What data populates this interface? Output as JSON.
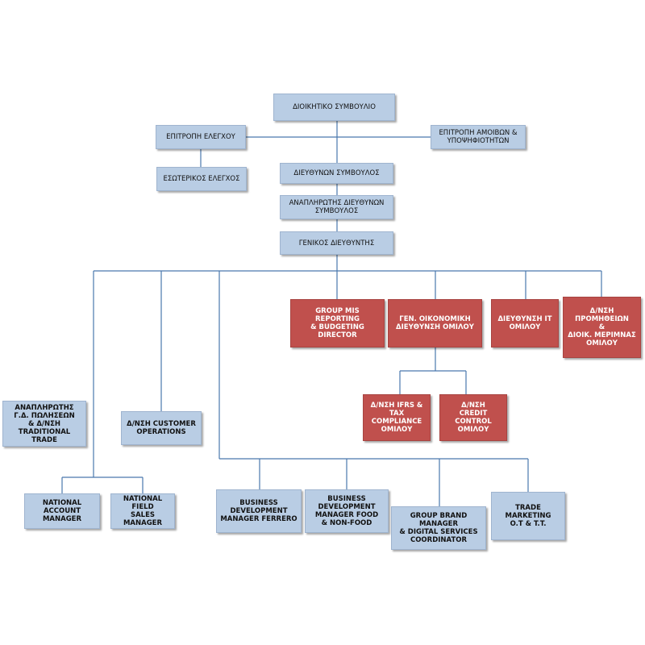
{
  "nodes": {
    "board": "ΔΙΟΙΚΗΤΙΚΟ ΣΥΜΒΟΥΛΙΟ",
    "audit_committee": "ΕΠΙΤΡΟΠΗ ΕΛΕΓΧΟΥ",
    "remuneration_committee": "ΕΠΙΤΡΟΠΗ ΑΜΟΙΒΩΝ &\nΥΠΟΨΗΦΙΟΤΗΤΩΝ",
    "internal_audit": "ΕΣΩΤΕΡΙΚΟΣ ΕΛΕΓΧΟΣ",
    "ceo": "ΔΙΕΥΘΥΝΩΝ ΣΥΜΒΟΥΛΟΣ",
    "deputy_ceo": "ΑΝΑΠΛΗΡΩΤΗΣ ΔΙΕΥΘΥΝΩΝ\nΣΥΜΒΟΥΛΟΣ",
    "general_manager": "ΓΕΝΙΚΟΣ ΔΙΕΥΘΥΝΤΗΣ",
    "group_mis": "GROUP MIS REPORTING\n& BUDGETING DIRECTOR",
    "finance": "ΓΕΝ. ΟΙΚΟΝΟΜΙΚΗ\nΔΙΕΥΘΥΝΣΗ ΟΜΙΛΟΥ",
    "it": "ΔΙΕΥΘΥΝΣΗ IT\nΟΜΙΛΟΥ",
    "procurement": "Δ/ΝΣΗ ΠΡΟΜΗΘΕΙΩΝ\n&\nΔΙΟΙΚ. ΜΕΡΙΜΝΑΣ\nΟΜΙΛΟΥ",
    "ifrs": "Δ/ΝΣΗ IFRS &\nTAX COMPLIANCE\nΟΜΙΛΟΥ",
    "credit_control": "Δ/ΝΣΗ\nCREDIT CONTROL\nΟΜΙΛΟΥ",
    "deputy_sales": "ΑΝΑΠΛΗΡΩΤΗΣ\nΓ.Δ. ΠΩΛΗΣΕΩΝ\n& Δ/ΝΣΗ\nTRADITIONAL TRADE",
    "customer_ops": "Δ/ΝΣΗ  CUSTOMER\nOPERATIONS",
    "national_account": "NATIONAL\nACCOUNT MANAGER",
    "national_field": "NATIONAL FIELD\nSALES MANAGER",
    "bd_ferrero": "BUSINESS\nDEVELOPMENT\nMANAGER FERRERO",
    "bd_food": "BUSINESS\nDEVELOPMENT\nMANAGER FOOD\n& NON-FOOD",
    "brand_manager": "GROUP BRAND MANAGER\n& DIGITAL SERVICES\nCOORDINATOR",
    "trade_marketing": "TRADE MARKETING\nO.T & T.T."
  },
  "colors": {
    "blue_box": "#b9cde4",
    "red_box": "#c0504d",
    "connector": "#4a78ad"
  }
}
